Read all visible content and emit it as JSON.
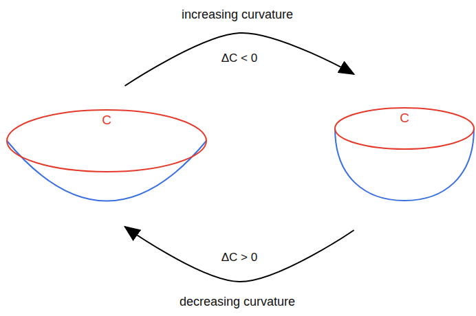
{
  "diagram": {
    "nodes": [
      {
        "text": [
          "C"
        ]
      },
      {
        "text": [
          "C"
        ]
      }
    ],
    "edges": [
      {
        "from": 0,
        "to": 1,
        "arrow": "to",
        "label": "ΔC < 0"
      },
      {
        "from": 1,
        "to": 0,
        "arrow": "to",
        "label": "ΔC > 0"
      }
    ],
    "labels": [
      "increasing curvature",
      "decreasing curvature"
    ]
  }
}
